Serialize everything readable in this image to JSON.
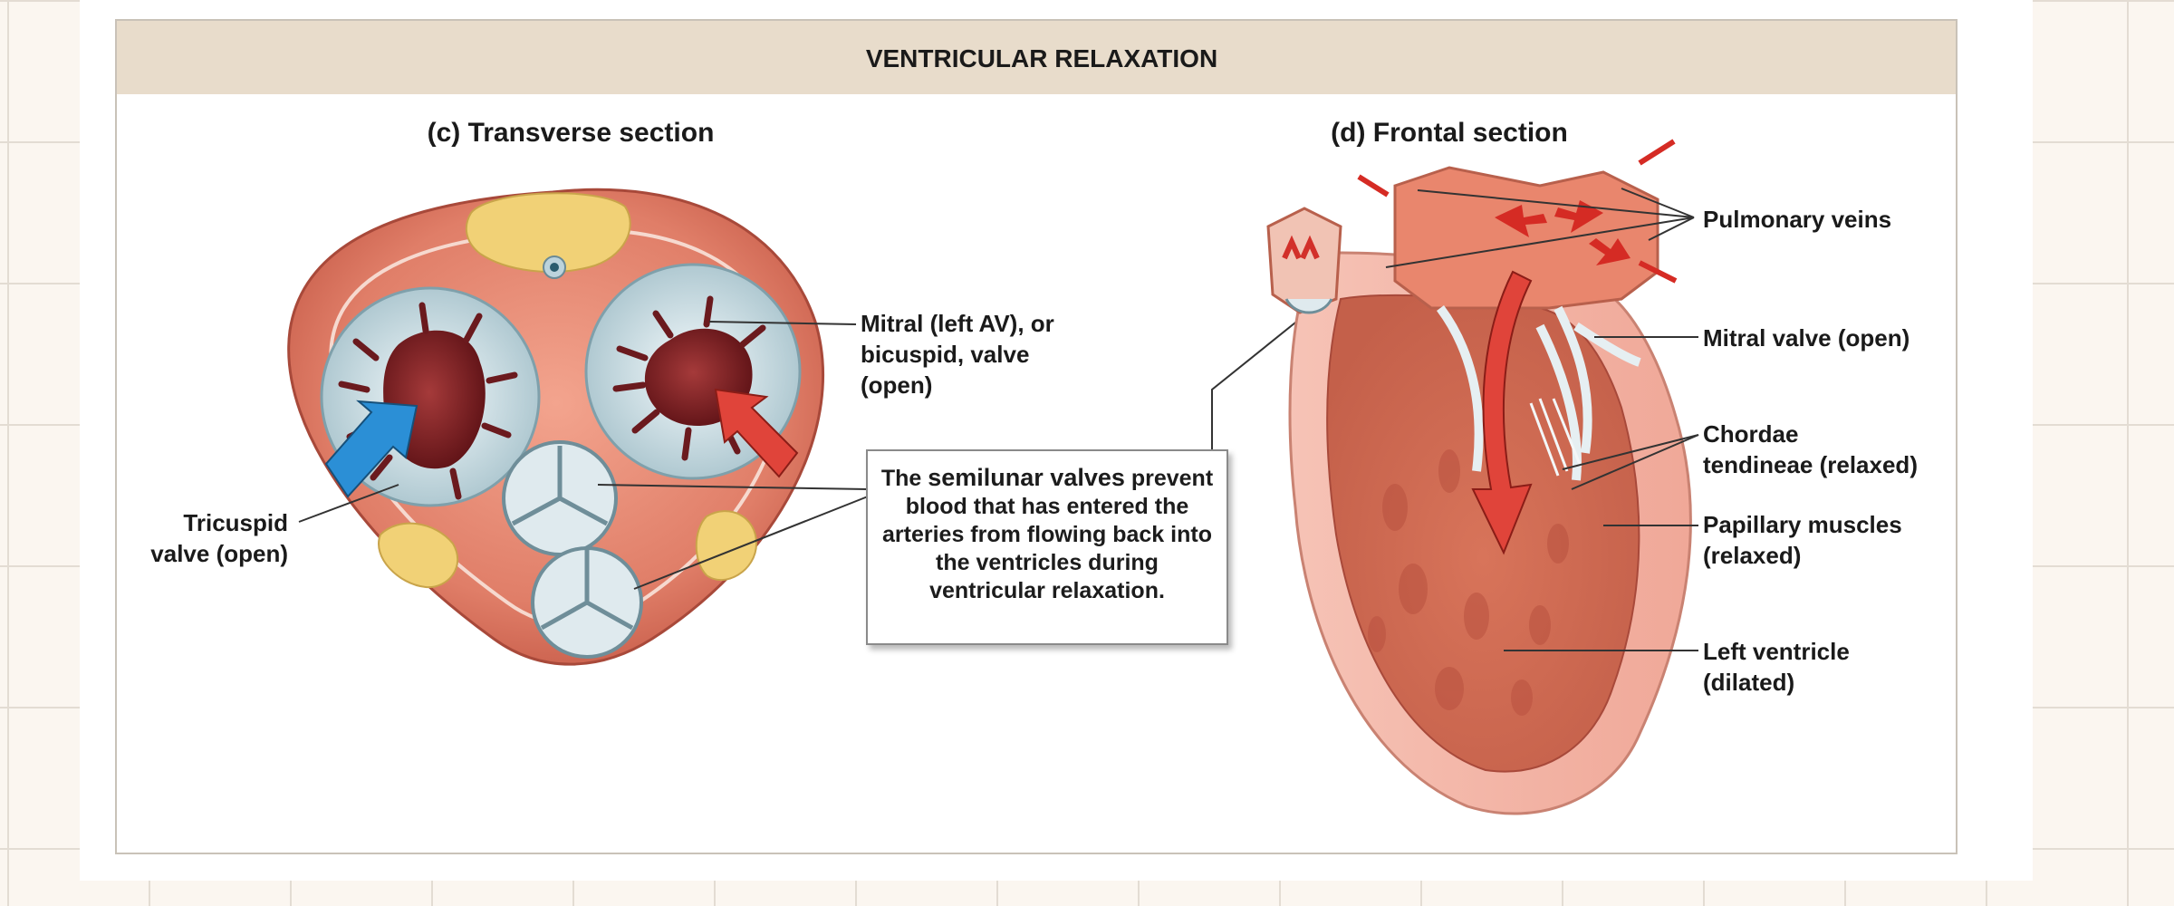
{
  "header": {
    "title": "VENTRICULAR RELAXATION"
  },
  "panels": {
    "transverse": {
      "title": "(c) Transverse section",
      "labels": {
        "mitral": [
          "Mitral (left AV), or",
          "bicuspid, valve",
          "(open)"
        ],
        "tricuspid": [
          "Tricuspid",
          "valve (open)"
        ]
      }
    },
    "frontal": {
      "title": "(d) Frontal section",
      "labels": {
        "pulmonary_veins": "Pulmonary veins",
        "mitral_valve": "Mitral valve (open)",
        "chordae": [
          "Chordae",
          "tendineae (relaxed)"
        ],
        "papillary": [
          "Papillary muscles",
          "(relaxed)"
        ],
        "left_ventricle": [
          "Left ventricle",
          "(dilated)"
        ]
      }
    }
  },
  "callout": {
    "prefix": "The ",
    "emphasis": "semilunar valves",
    "rest": "prevent blood that has entered the arteries from flowing back into the ventricles during ventricular relaxation."
  },
  "colors": {
    "muscle": "#d9735f",
    "muscle_light": "#ec9b86",
    "fat": "#f2d27a",
    "valve": "#cfe0e6",
    "blood": "#7a1f24",
    "arrow_red": "#e0443a",
    "arrow_blue": "#2b8fd6",
    "header_bg": "#e8dccb"
  }
}
